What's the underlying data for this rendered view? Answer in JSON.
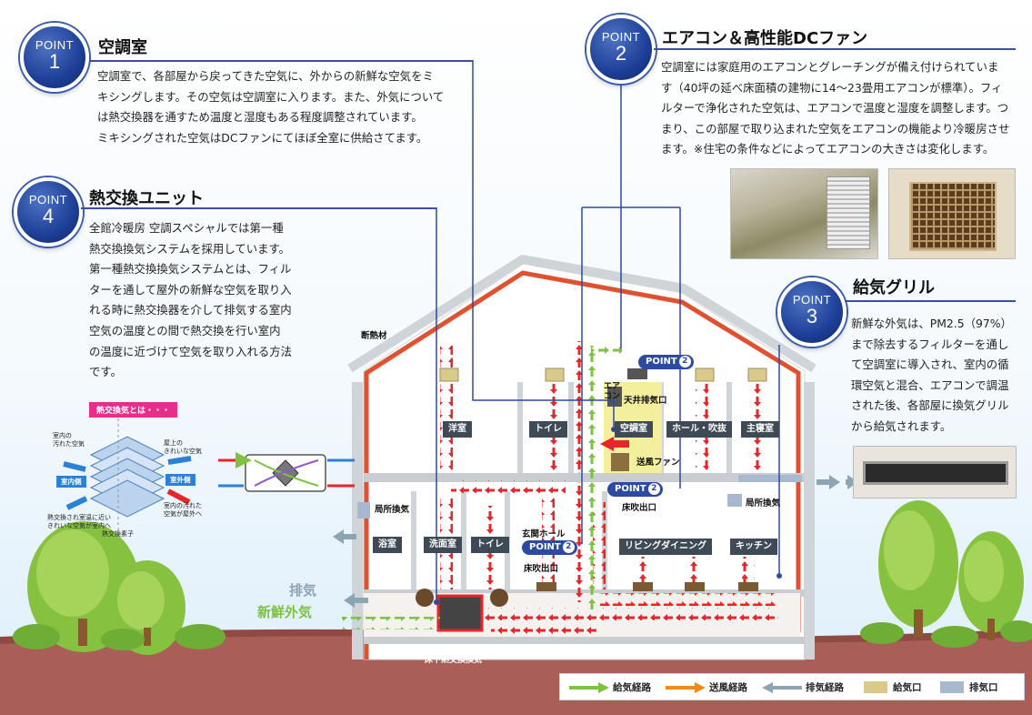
{
  "points": [
    {
      "word": "POINT",
      "number": "1",
      "title": "空調室",
      "lines": [
        "空調室で、各部屋から戻ってきた空気に、外からの新鮮な空気をミ",
        "キシングします。その空気は空調室に入ります。また、外気について",
        "は熱交換器を通すため温度と湿度もある程度調整されています。",
        "ミキシングされた空気はDCファンにてほぼ全室に供給さてます。"
      ]
    },
    {
      "word": "POINT",
      "number": "2",
      "title": "エアコン＆高性能DCファン",
      "lines": [
        "空調室には家庭用のエアコンとグレーチングが備え付けられていま",
        "す（40坪の延べ床面積の建物に14～23畳用エアコンが標準）。フィ",
        "ルターで浄化された空気は、エアコンで温度と湿度を調整します。つ",
        "まり、この部屋で取り込まれた空気をエアコンの機能より冷暖房させ",
        "ます。※住宅の条件などによってエアコンの大きさは変化します。"
      ]
    },
    {
      "word": "POINT",
      "number": "3",
      "title": "給気グリル",
      "lines": [
        "新鮮な外気は、PM2.5（97%）",
        "まで除去するフィルターを通し",
        "て空調室に導入され、室内の循",
        "環空気と混合、エアコンで調温",
        "された後、各部屋に換気グリル",
        "から給気されます。"
      ]
    },
    {
      "word": "POINT",
      "number": "4",
      "title": "熱交換ユニット",
      "lines": [
        "全館冷暖房 空調スペシャルでは第一種",
        "熱交換換気システムを採用しています。",
        "第一種熱交換換気システムとは、フィル",
        "ターを通して屋外の新鮮な空気を取り入",
        "れる時に熱交換器を介して排気する室内",
        "空気の温度との間で熱交換を行い室内",
        "の温度に近づけて空気を取り入れる方法",
        "です。"
      ]
    }
  ],
  "exchanger": {
    "header": "熱交換気とは・・・",
    "dirty_in": "室内の\n汚れた空気",
    "clean_roof": "屋上の\nきれいな空気",
    "inside": "室内側",
    "outside": "室外側",
    "exhaust_out": "室内の汚れた\n空気が屋外へ",
    "supply_in": "熱交換され室温に近い\nきれいな空気が室内へ",
    "element": "熱交換素子"
  },
  "house": {
    "insulation": "断熱材",
    "aircon_room_top": "エア\nコン",
    "ceiling_exhaust": "天井排気口",
    "rooms": {
      "western": "洋室",
      "toilet_upper": "トイレ",
      "aircon_room": "空調室",
      "hall": "ホール・吹抜",
      "master": "主寝室",
      "bath": "浴室",
      "washroom": "洗面室",
      "toilet_lower": "トイレ",
      "entrance": "玄関ホール",
      "living": "リビングダイニング",
      "kitchen": "キッチン"
    },
    "fan": "送風ファン",
    "floor_outlet_upper": "床吹出口",
    "floor_outlet_lower": "床吹出口",
    "local_vent_left": "局所換気",
    "local_vent_right": "局所換気",
    "underfloor": "床下熱交換換気",
    "exhaust_label": "排気",
    "fresh_label": "新鮮外気",
    "tag_word": "POINT"
  },
  "legend": [
    {
      "label": "給気経路",
      "color": "#7ec242",
      "kind": "arrow"
    },
    {
      "label": "送風経路",
      "color": "#f08a1c",
      "kind": "arrow"
    },
    {
      "label": "排気経路",
      "color": "#8ca5b5",
      "kind": "arrow"
    },
    {
      "label": "給気口",
      "color": "#d9c98a",
      "kind": "box"
    },
    {
      "label": "排気口",
      "color": "#a8b9cf",
      "kind": "box"
    }
  ],
  "colors": {
    "navy": "#1d3f97",
    "supply": "#7ec242",
    "blow": "#e8262a",
    "exhaust": "#8ca5b5",
    "wall": "#e0522f",
    "ground": "#a95f57"
  }
}
